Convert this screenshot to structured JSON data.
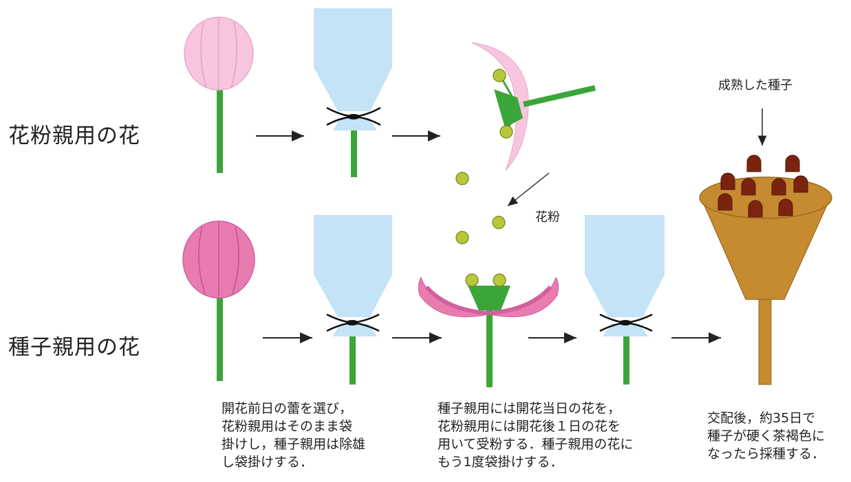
{
  "rows": {
    "pollen_parent": "花粉親用の花",
    "seed_parent": "種子親用の花"
  },
  "labels": {
    "pollen": "花粉",
    "mature_seeds": "成熟した種子"
  },
  "captions": {
    "step1": [
      "開花前日の蕾を選び，",
      "花粉親用はそのまま袋",
      "掛けし，種子親用は除雄",
      "し袋掛けする．"
    ],
    "step2": [
      "種子親用には開花当日の花を，",
      "花粉親用には開花後１日の花を",
      "用いて受粉する．種子親用の花に",
      "もう1度袋掛けする．"
    ],
    "step3": [
      "交配後，約35日で",
      "種子が硬く茶褐色に",
      "なったら採種する．"
    ]
  },
  "colors": {
    "stem": "#3aa63a",
    "bud_pollen": "#f7c6de",
    "bud_seed": "#e87bb0",
    "bag": "#c4e3f6",
    "pollen": "#b8c83a",
    "receptacle": "#c68a30",
    "seed": "#7a2410"
  }
}
